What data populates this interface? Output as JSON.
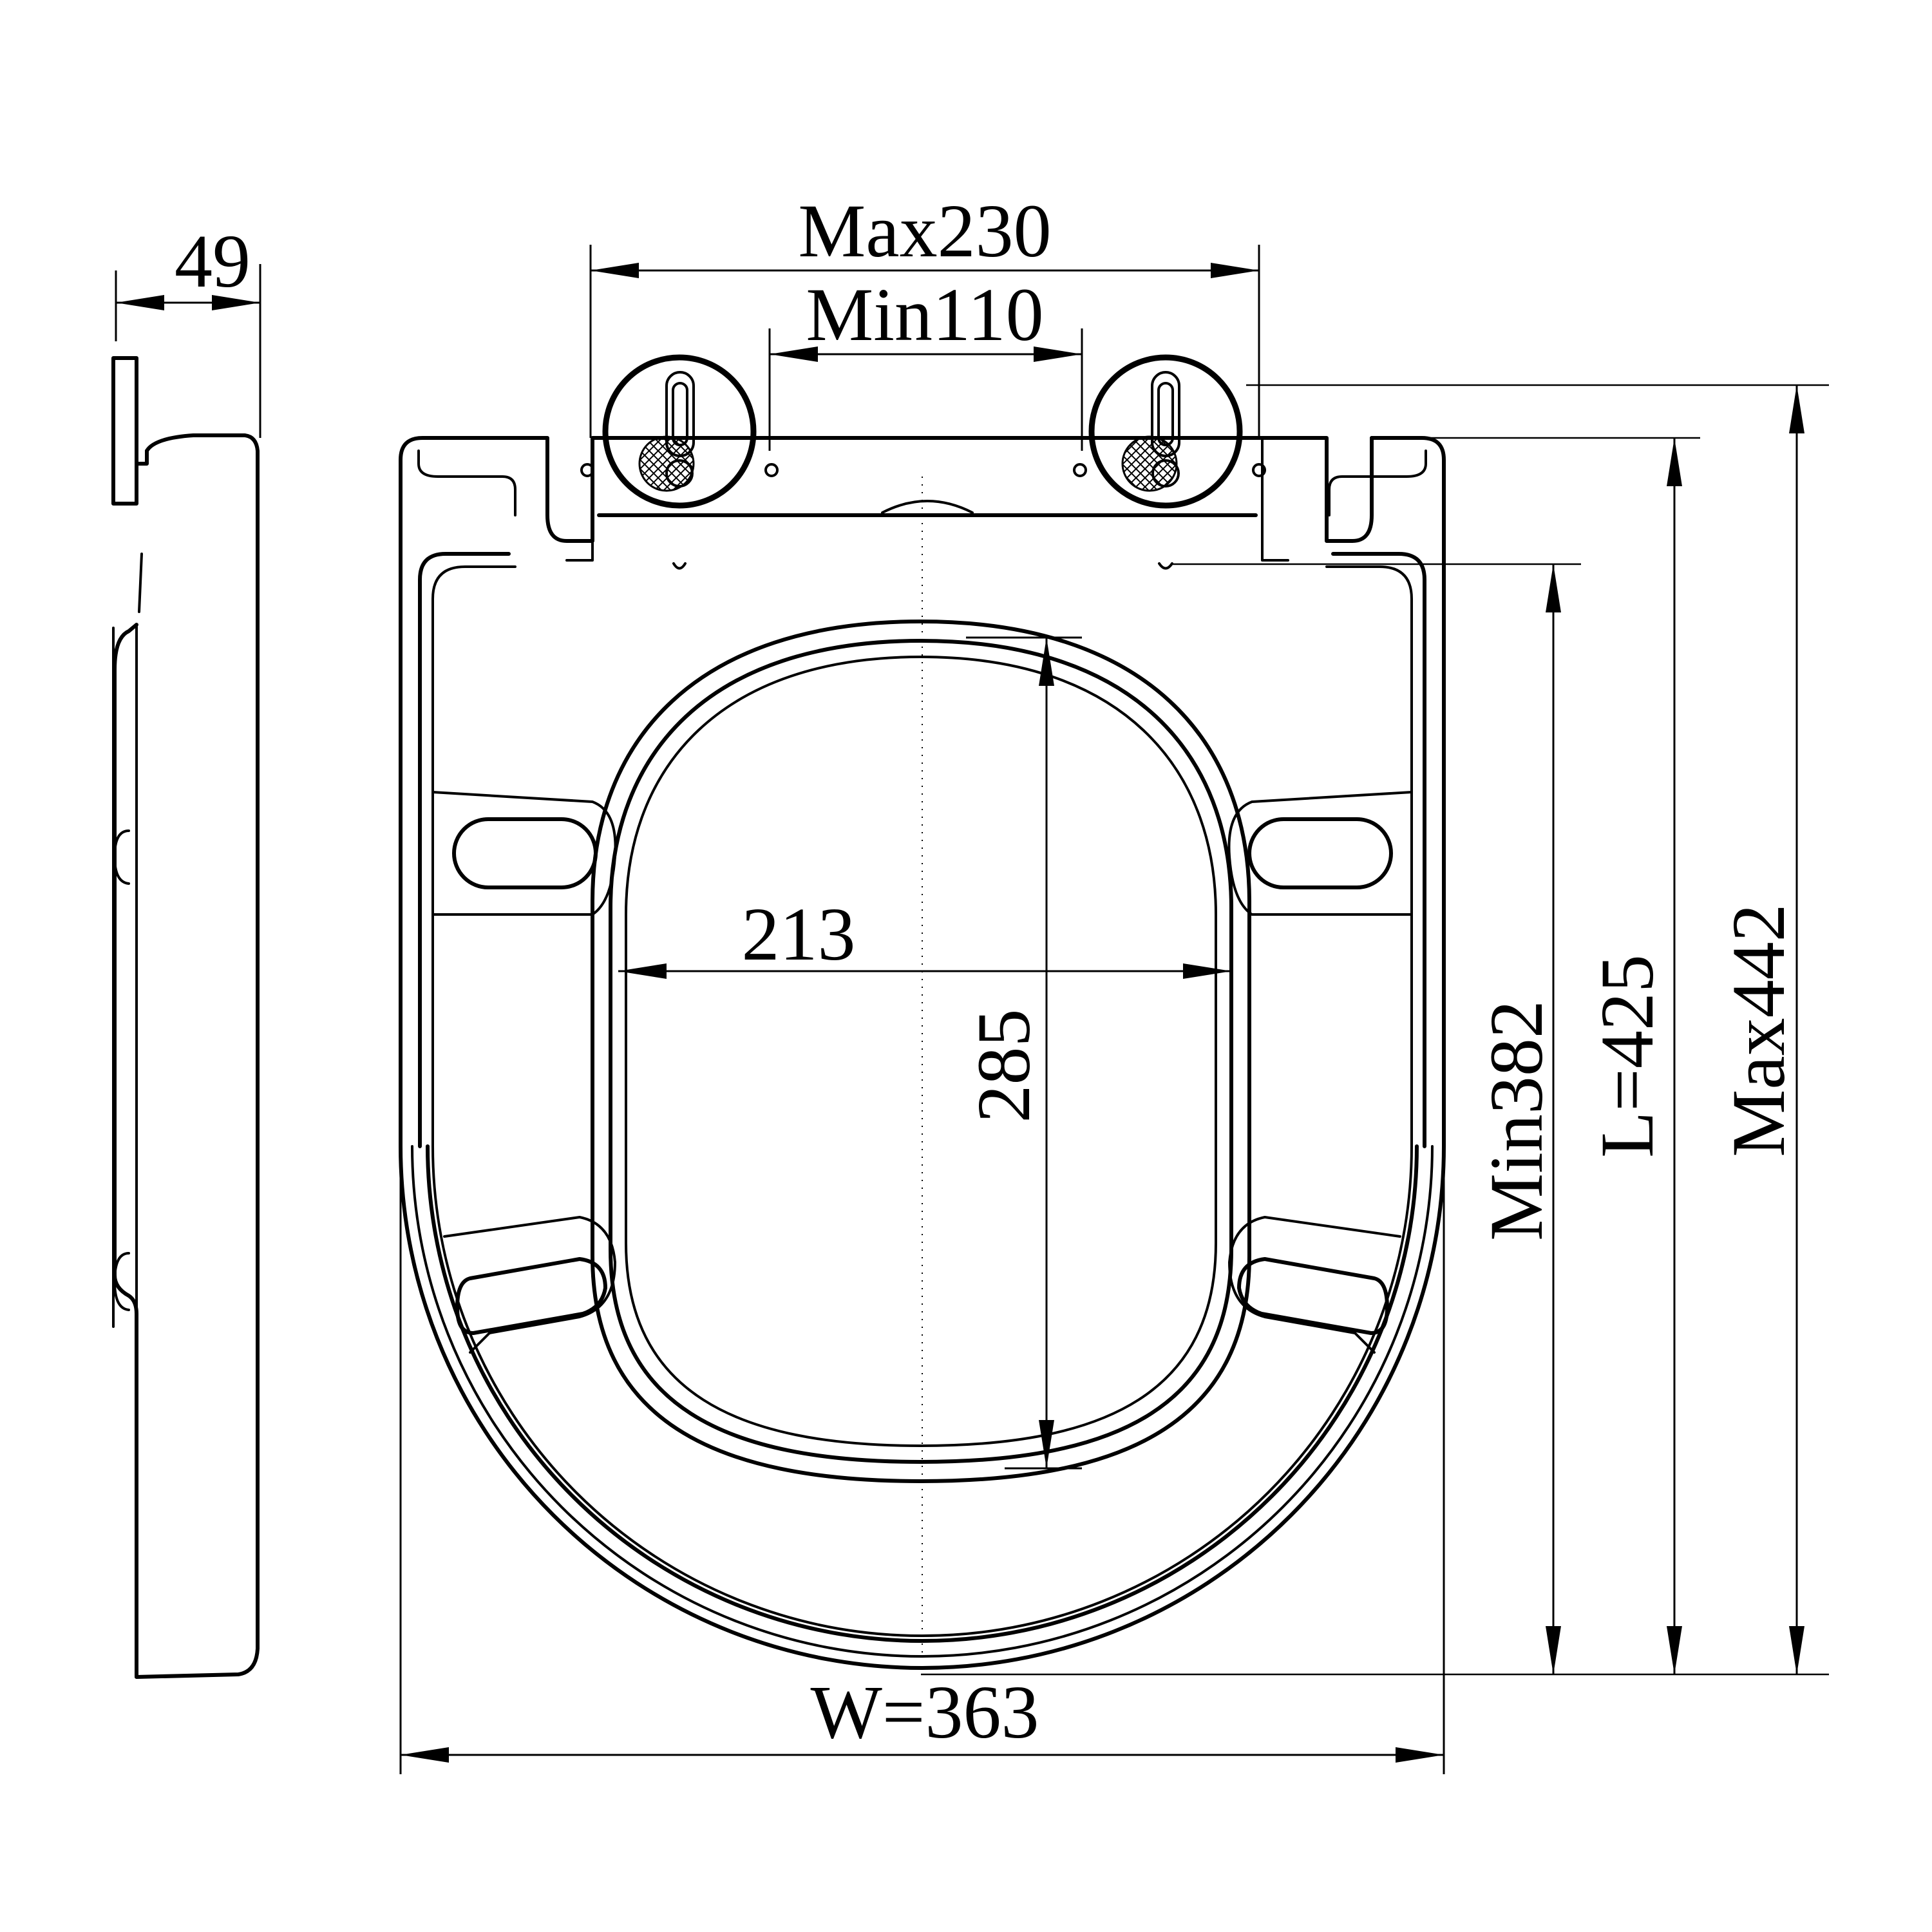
{
  "dimensions": {
    "side_thickness": "49",
    "hinge_max": "Max230",
    "hinge_min": "Min110",
    "opening_width": "213",
    "opening_length": "285",
    "length_min": "Min382",
    "length": "L=425",
    "length_max": "Max442",
    "width": "W=363"
  },
  "colors": {
    "line": "#000000",
    "background": "#ffffff"
  }
}
